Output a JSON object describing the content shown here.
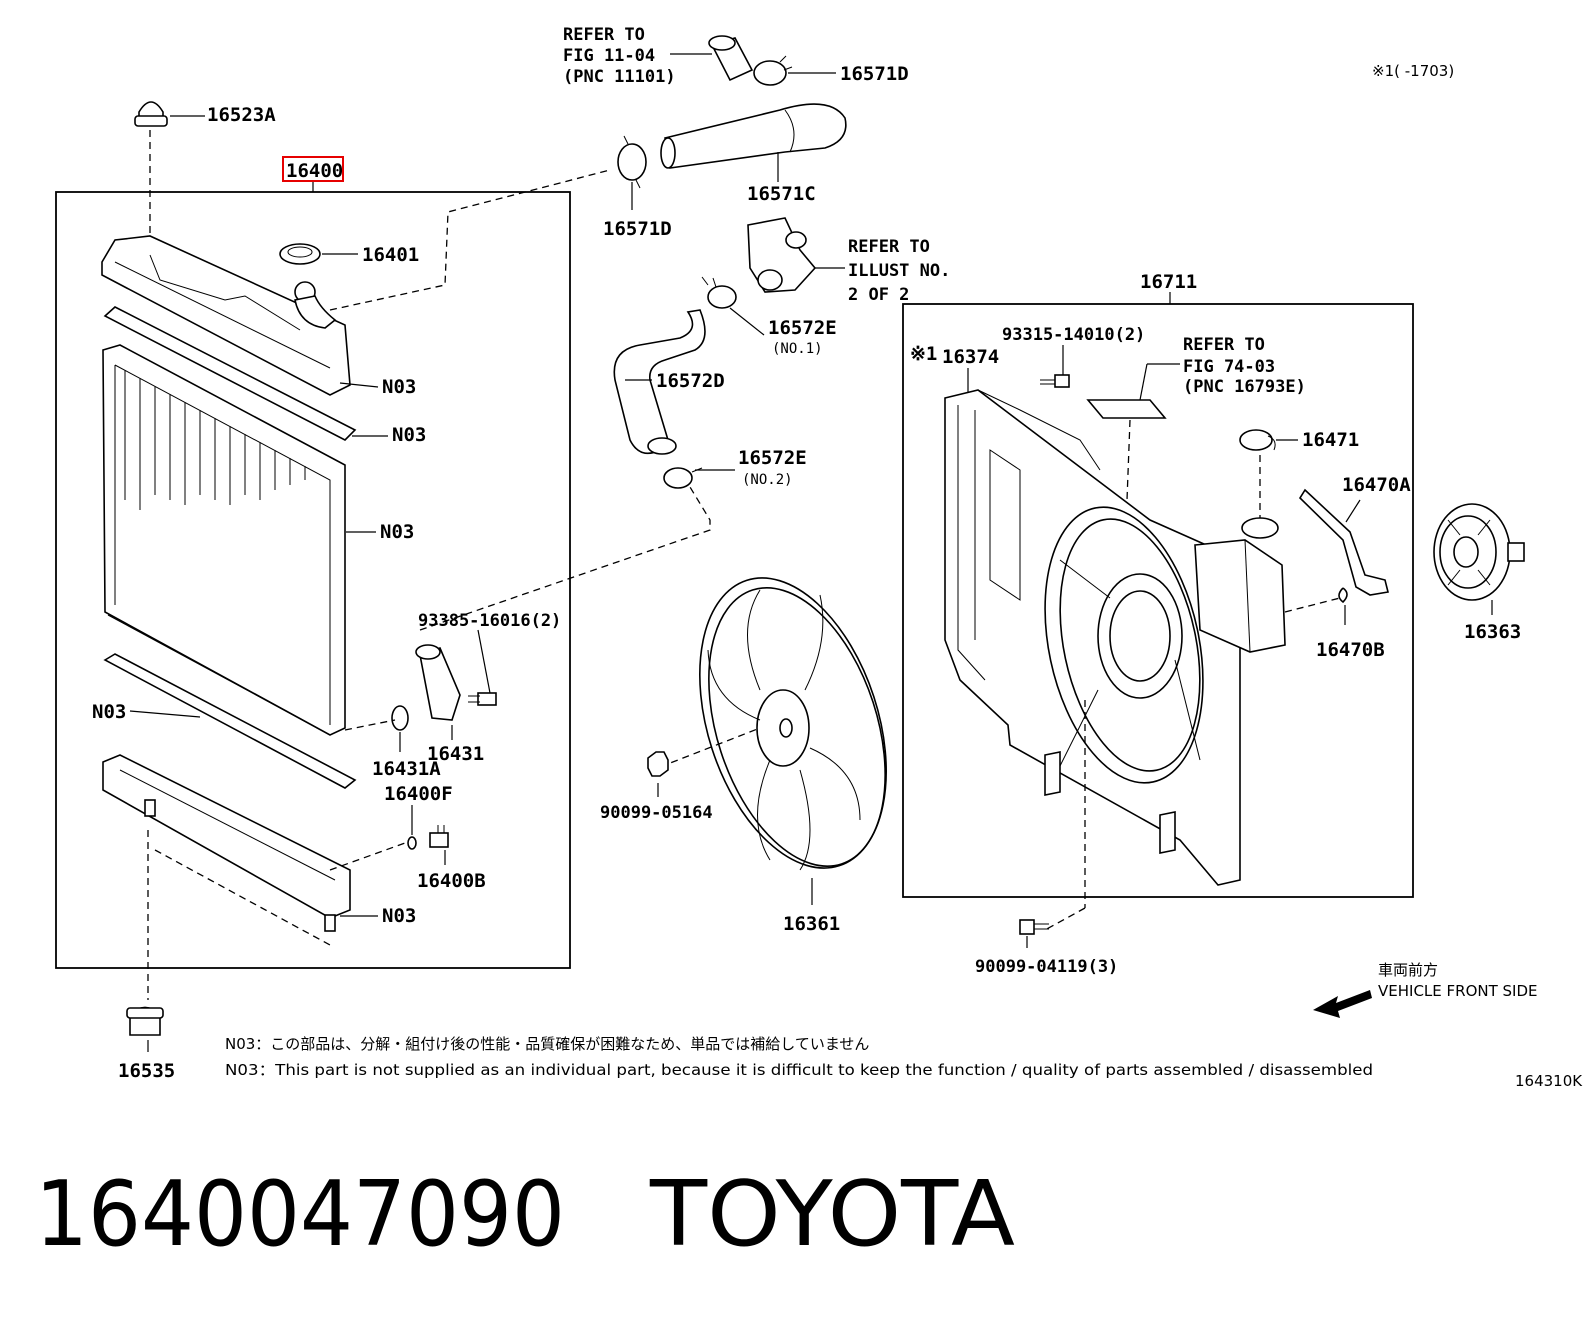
{
  "labels": {
    "p16523A": "16523A",
    "p16400": "16400",
    "p16401": "16401",
    "p16571D_top": "16571D",
    "p16571D_mid": "16571D",
    "p16571C": "16571C",
    "p16572E_1": "16572E",
    "p16572E_1_sub": "(NO.1)",
    "p16572D": "16572D",
    "p16572E_2": "16572E",
    "p16572E_2_sub": "(NO.2)",
    "p93385": "93385-16016(2)",
    "p16431": "16431",
    "p16431A": "16431A",
    "p16400F": "16400F",
    "p16400B": "16400B",
    "p16535": "16535",
    "p90099_05164": "90099-05164",
    "p16361": "16361",
    "p16711": "16711",
    "p93315": "93315-14010(2)",
    "p16374_mark": "※1",
    "p16374": "16374",
    "p16471": "16471",
    "p16470A": "16470A",
    "p16470B": "16470B",
    "p16363": "16363",
    "p90099_04119": "90099-04119(3)",
    "n03": "N03"
  },
  "refs": {
    "ref1_line1": "REFER TO",
    "ref1_line2": "FIG 11-04",
    "ref1_line3": "(PNC 11101)",
    "ref2_line1": "REFER TO",
    "ref2_line2": "ILLUST NO.",
    "ref2_line3": "2 OF 2",
    "ref3_line1": "REFER TO",
    "ref3_line2": "FIG 74-03",
    "ref3_line3": "(PNC 16793E)"
  },
  "header": {
    "footnote": "※1(    -1703)"
  },
  "direction": {
    "japanese": "車両前方",
    "english": "VEHICLE FRONT SIDE"
  },
  "notes": {
    "note_jp": "N03：この部品は、分解・組付け後の性能・品質確保が困難なため、単品では補給していません",
    "note_en": "N03：This part is not supplied as an individual part, because it is difficult to keep the function / quality of parts assembled / disassembled"
  },
  "diagram_id": "164310K",
  "caption": {
    "part_number": "1640047090",
    "brand": "TOYOTA"
  },
  "colors": {
    "highlight": "#e60000",
    "ink": "#000000"
  }
}
